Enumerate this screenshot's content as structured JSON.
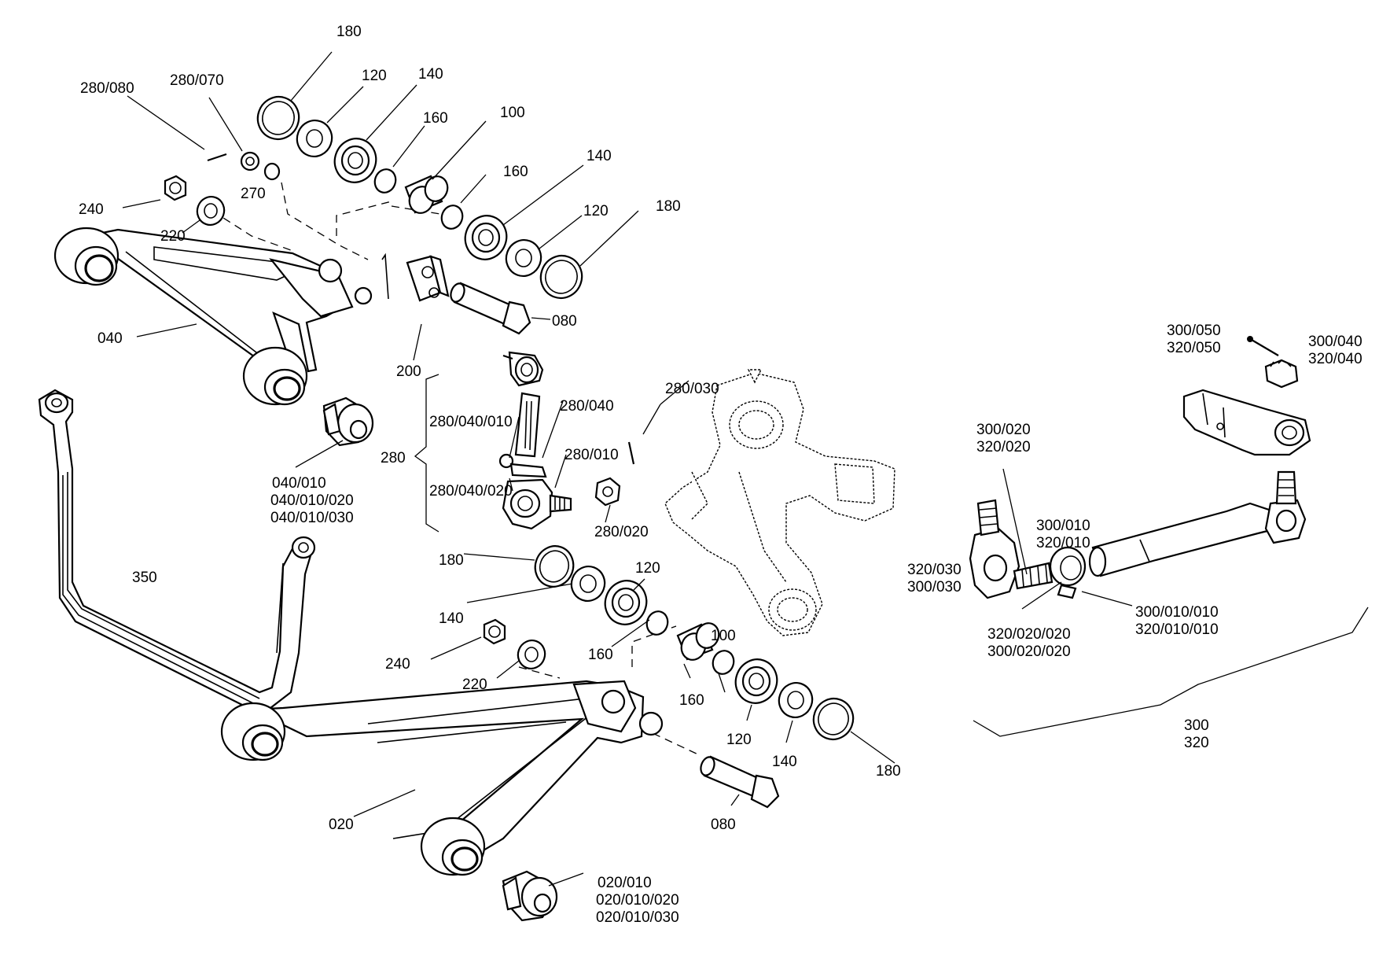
{
  "labels": {
    "l180a": "180",
    "l120a": "120",
    "l140a": "140",
    "l160a": "160",
    "l100a": "100",
    "l280_080": "280/080",
    "l280_070": "280/070",
    "l270": "270",
    "l240a": "240",
    "l220a": "220",
    "l160b": "160",
    "l140b": "140",
    "l120b": "120",
    "l180b": "180",
    "l080a": "080",
    "l040": "040",
    "l200": "200",
    "l040_010a": "040/010",
    "l040_010b": "040/010/020",
    "l040_010c": "040/010/030",
    "l280": "280",
    "l280_040_010": "280/040/010",
    "l280_040": "280/040",
    "l280_010": "280/010",
    "l280_040_020": "280/040/020",
    "l280_020": "280/020",
    "l280_030": "280/030",
    "l350": "350",
    "l180c": "180",
    "l120c": "120",
    "l140c": "140",
    "l240b": "240",
    "l220b": "220",
    "l160c": "160",
    "l100b": "100",
    "l160d": "160",
    "l120d": "120",
    "l140d": "140",
    "l180d": "180",
    "l080b": "080",
    "l020": "020",
    "l020_010a": "020/010",
    "l020_010b": "020/010/020",
    "l020_010c": "020/010/030",
    "l300_050": "300/050",
    "l320_050": "320/050",
    "l300_040": "300/040",
    "l320_040": "320/040",
    "l300_020": "300/020",
    "l320_020": "320/020",
    "l300_010": "300/010",
    "l320_010": "320/010",
    "l320_030": "320/030",
    "l300_030": "300/030",
    "l300_010_010": "300/010/010",
    "l320_010_010": "320/010/010",
    "l320_020_020": "320/020/020",
    "l300_020_020": "300/020/020",
    "l300": "300",
    "l320": "320"
  }
}
